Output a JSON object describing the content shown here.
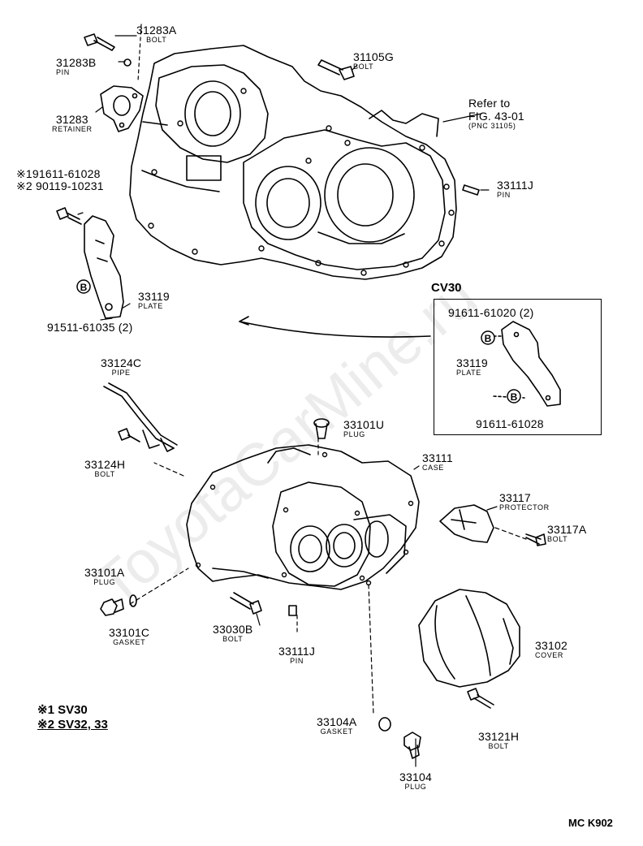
{
  "labels": {
    "p31283A": {
      "num": "31283A",
      "name": "BOLT"
    },
    "p31283B": {
      "num": "31283B",
      "name": "PIN"
    },
    "p31283": {
      "num": "31283",
      "name": "RETAINER"
    },
    "p31105G": {
      "num": "31105G",
      "name": "BOLT"
    },
    "refer": {
      "line1": "Refer to",
      "line2": "FIG. 43-01",
      "line3": "(PNC 31105)"
    },
    "alt1": "※191611-61028",
    "alt2": "※2 90119-10231",
    "p33111J_top": {
      "num": "33111J",
      "name": "PIN"
    },
    "p33119": {
      "num": "33119",
      "name": "PLATE"
    },
    "p91511": "91511-61035 (2)",
    "p33124C": {
      "num": "33124C",
      "name": "PIPE"
    },
    "p33124H": {
      "num": "33124H",
      "name": "BOLT"
    },
    "p33101U": {
      "num": "33101U",
      "name": "PLUG"
    },
    "p33111": {
      "num": "33111",
      "name": "CASE"
    },
    "p33117": {
      "num": "33117",
      "name": "PROTECTOR"
    },
    "p33117A": {
      "num": "33117A",
      "name": "BOLT"
    },
    "p33101A": {
      "num": "33101A",
      "name": "PLUG"
    },
    "p33101C": {
      "num": "33101C",
      "name": "GASKET"
    },
    "p33030B": {
      "num": "33030B",
      "name": "BOLT"
    },
    "p33111J_bot": {
      "num": "33111J",
      "name": "PIN"
    },
    "p33102": {
      "num": "33102",
      "name": "COVER"
    },
    "p33121H": {
      "num": "33121H",
      "name": "BOLT"
    },
    "p33104A": {
      "num": "33104A",
      "name": "GASKET"
    },
    "p33104": {
      "num": "33104",
      "name": "PLUG"
    }
  },
  "cv30": {
    "title": "CV30",
    "p91611a": "91611-61020 (2)",
    "p33119": {
      "num": "33119",
      "name": "PLATE"
    },
    "p91611b": "91611-61028",
    "badge": "B"
  },
  "badge_main": "B",
  "legend": {
    "line1": "※1 SV30",
    "line2": "※2 SV32, 33"
  },
  "figure_code": "MC K902",
  "watermark": "ToyotaCarMine.ru"
}
